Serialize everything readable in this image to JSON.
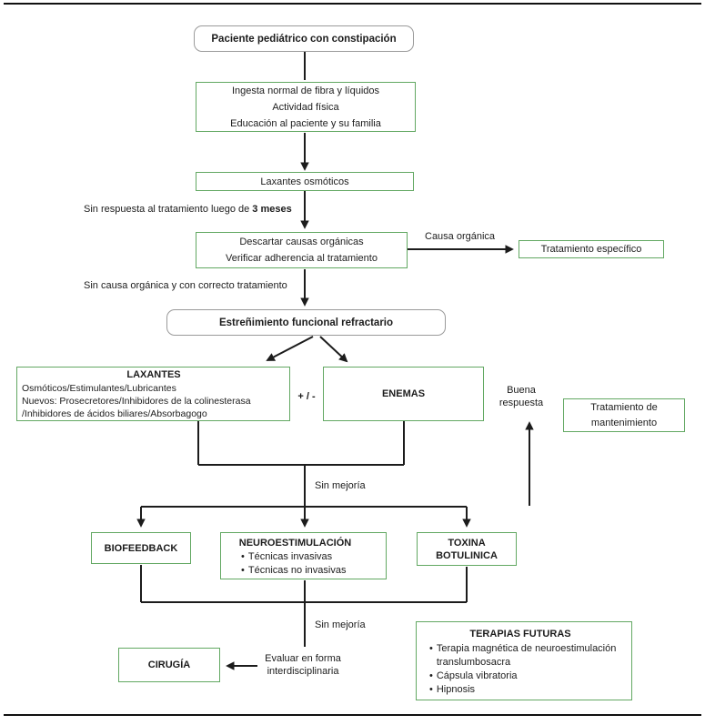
{
  "nodes": {
    "patient": {
      "label": "Paciente pediátrico con constipación"
    },
    "measures": {
      "line1": "Ingesta normal de fibra y líquidos",
      "line2": "Actividad física",
      "line3": "Educación al paciente y su familia"
    },
    "osmotic_laxatives": {
      "label": "Laxantes osmóticos"
    },
    "discard_organic": {
      "line1": "Descartar causas orgánicas",
      "line2": "Verificar adherencia al tratamiento"
    },
    "specific_treatment": {
      "label": "Tratamiento específico"
    },
    "refractory": {
      "label": "Estreñimiento funcional refractario"
    },
    "laxatives": {
      "title": "LAXANTES",
      "line1": "Osmóticos/Estimulantes/Lubricantes",
      "line2": "Nuevos: Prosecretores/Inhibidores de la colinesterasa",
      "line3": "/Inhibidores de ácidos biliares/Absorbagogo"
    },
    "enemas": {
      "label": "ENEMAS"
    },
    "maintenance": {
      "label": "Tratamiento de mantenimiento"
    },
    "biofeedback": {
      "label": "BIOFEEDBACK"
    },
    "neurostimulation": {
      "title": "NEUROESTIMULACIÓN",
      "bullet1": "Técnicas invasivas",
      "bullet2": "Técnicas no invasivas"
    },
    "botulinum_toxin": {
      "line1": "TOXINA",
      "line2": "BOTULINICA"
    },
    "surgery": {
      "label": "CIRUGÍA"
    },
    "future_therapies": {
      "title": "TERAPIAS FUTURAS",
      "bullet1": "Terapia magnética de neuroestimulación translumbosacra",
      "bullet2": "Cápsula vibratoria",
      "bullet3": "Hipnosis"
    }
  },
  "labels": {
    "no_response_prefix": "Sin respuesta al tratamiento luego de ",
    "no_response_bold": "3 meses",
    "organic_cause": "Causa orgánica",
    "no_organic_cause": "Sin causa orgánica y con correcto tratamiento",
    "plus_minus": "+ / -",
    "good_response": "Buena respuesta",
    "no_improvement_1": "Sin mejoría",
    "no_improvement_2": "Sin mejoría",
    "evaluate": "Evaluar en forma interdisciplinaria"
  },
  "colors": {
    "green_border": "#62a862",
    "gray_border": "#9a9a9a",
    "ink": "#1c1c1c"
  }
}
